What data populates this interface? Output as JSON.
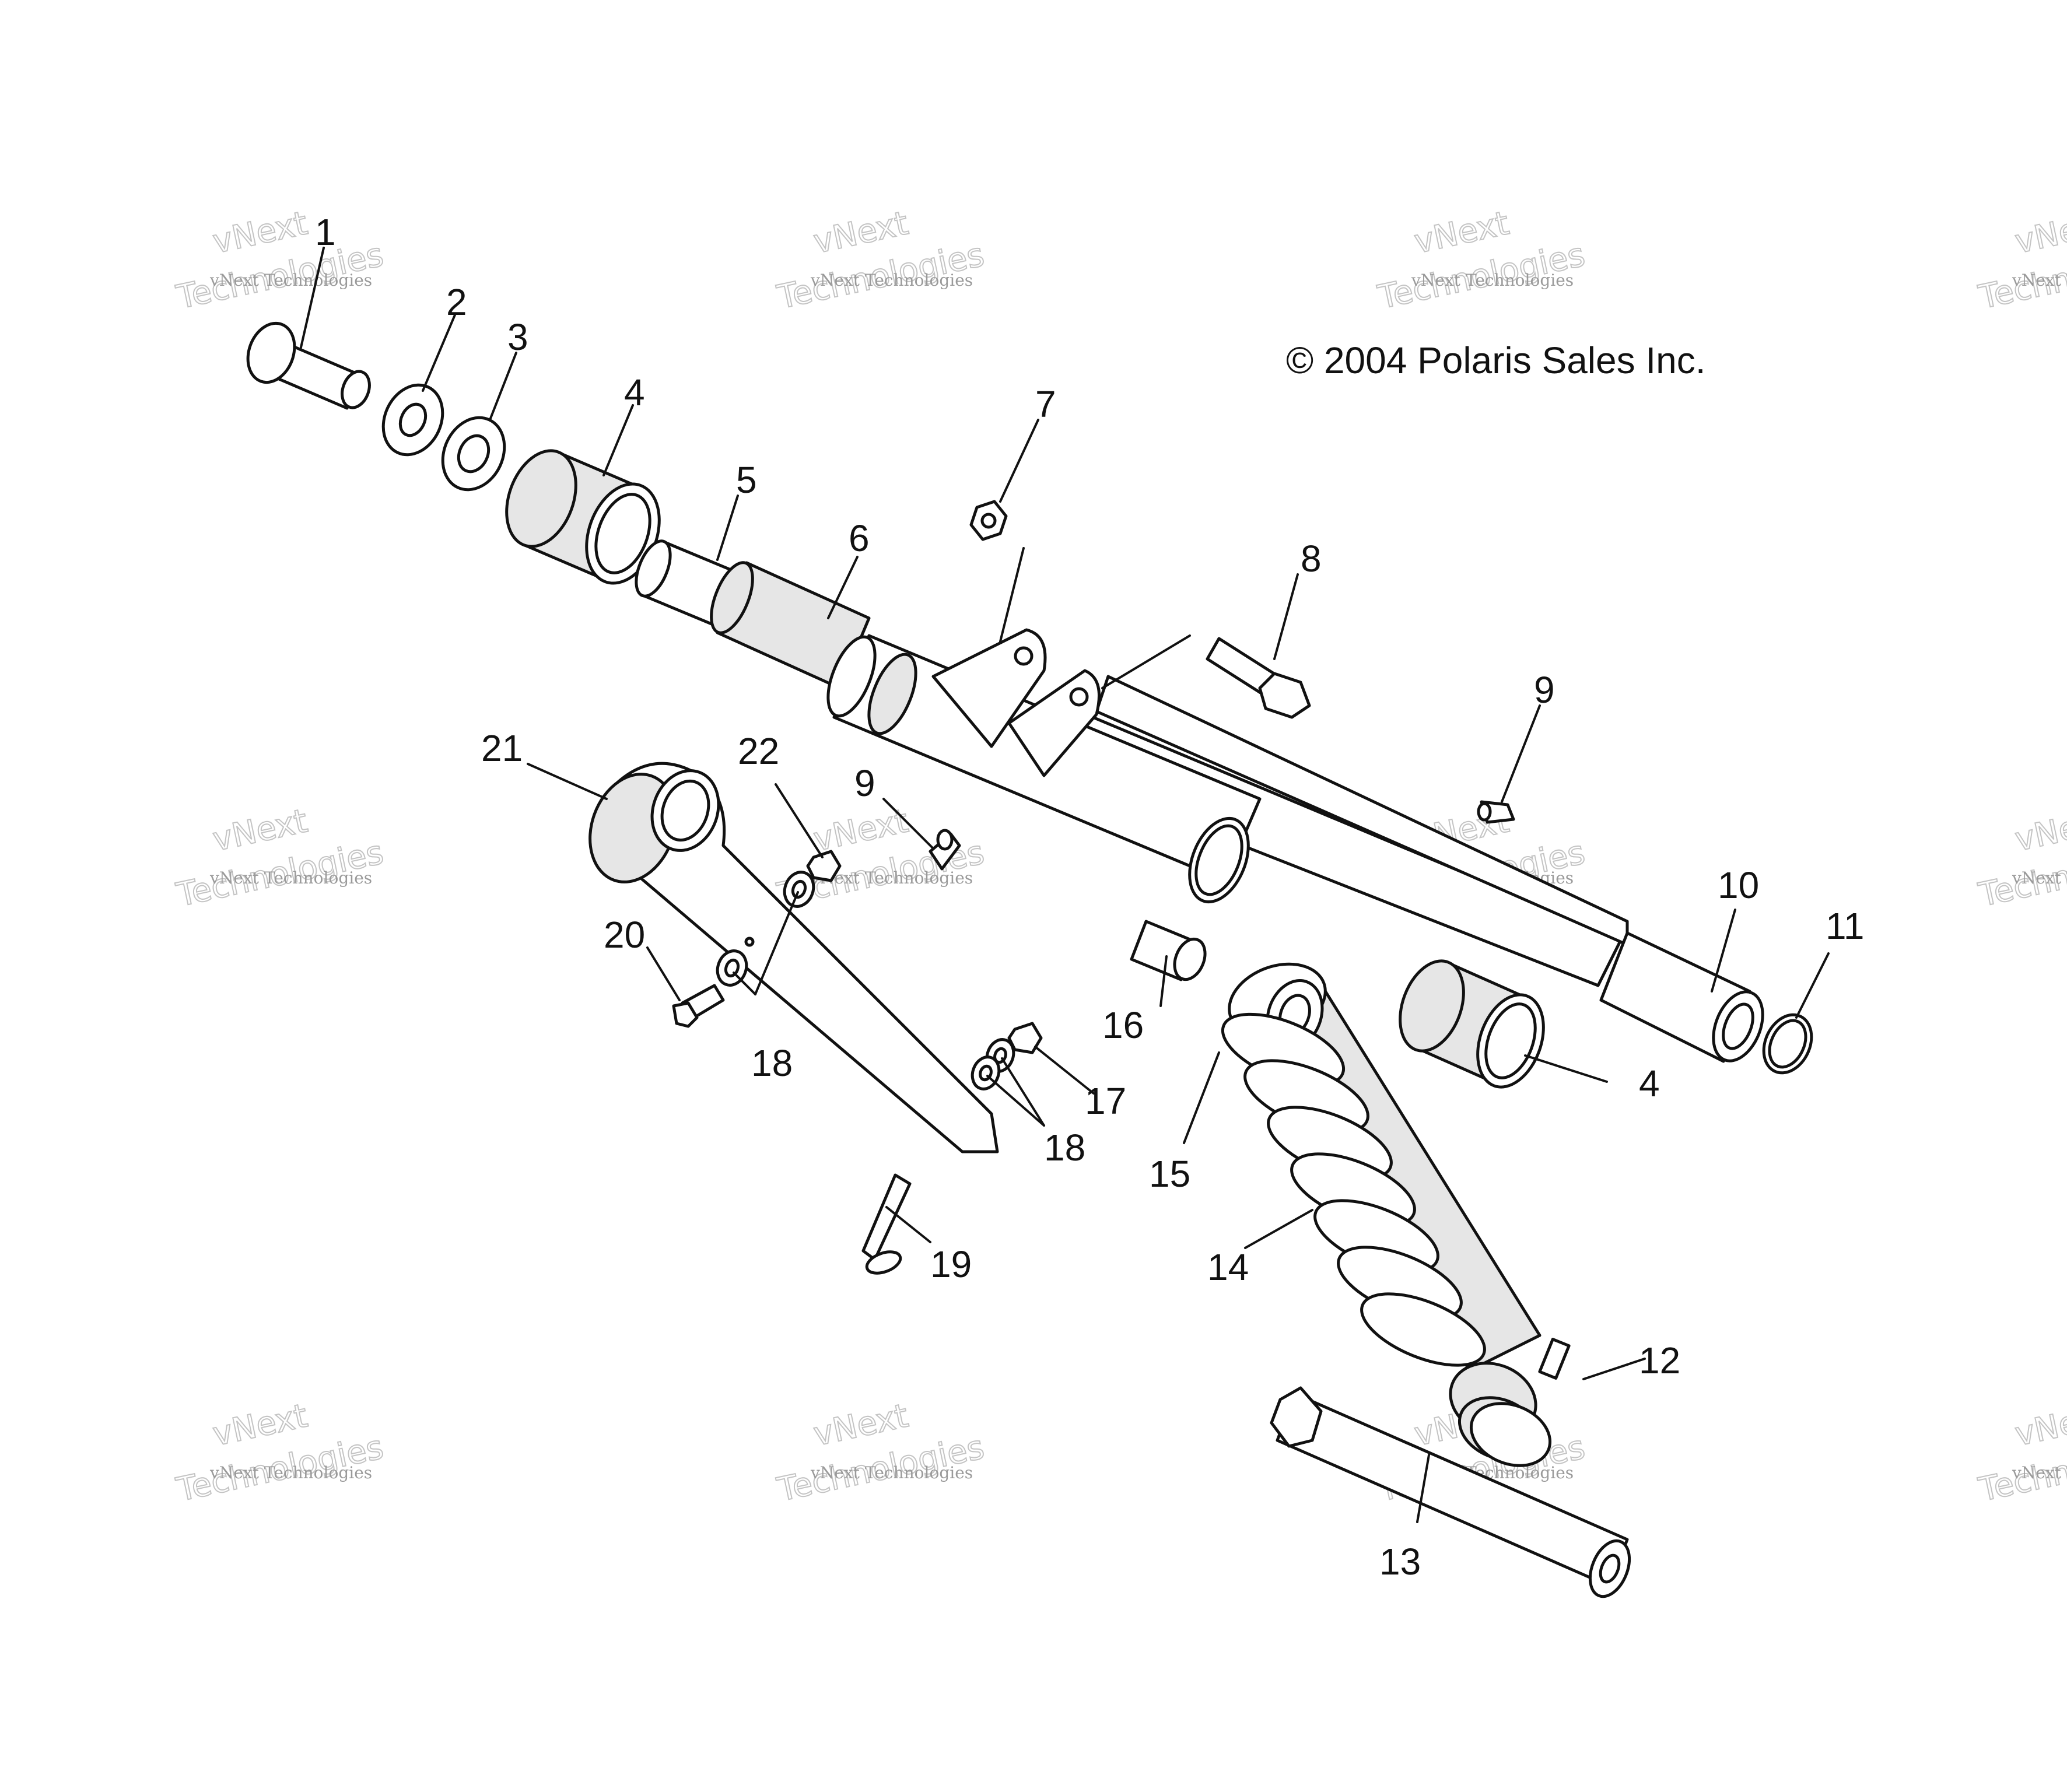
{
  "copyright": "© 2004 Polaris Sales Inc.",
  "watermark": {
    "small": "vNext Technologies",
    "line1": "vNext",
    "line2": "Technologies"
  },
  "callouts": {
    "c1": "1",
    "c2": "2",
    "c3": "3",
    "c4a": "4",
    "c4b": "4",
    "c5": "5",
    "c6": "6",
    "c7": "7",
    "c8": "8",
    "c9a": "9",
    "c9b": "9",
    "c10": "10",
    "c11": "11",
    "c12": "12",
    "c13": "13",
    "c14": "14",
    "c15": "15",
    "c16": "16",
    "c17": "17",
    "c18a": "18",
    "c18b": "18",
    "c19": "19",
    "c20": "20",
    "c21": "21",
    "c22": "22"
  }
}
